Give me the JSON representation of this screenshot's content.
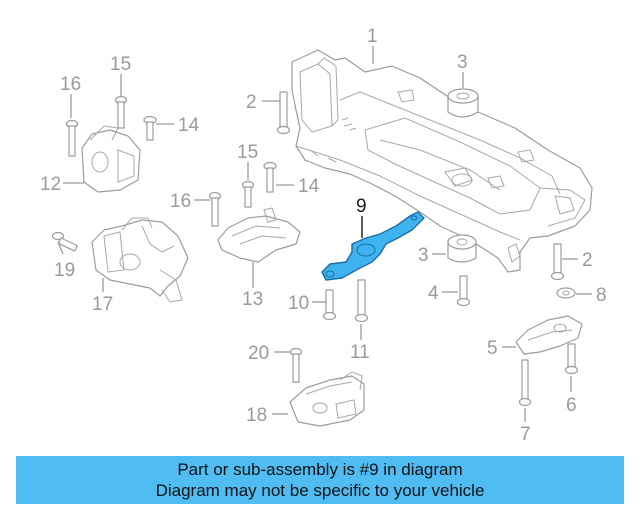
{
  "diagram": {
    "callouts": {
      "c1": "1",
      "c2a": "2",
      "c2b": "2",
      "c3a": "3",
      "c3b": "3",
      "c4": "4",
      "c5": "5",
      "c6": "6",
      "c7": "7",
      "c8": "8",
      "c9": "9",
      "c10": "10",
      "c11": "11",
      "c12": "12",
      "c13": "13",
      "c14a": "14",
      "c14b": "14",
      "c15a": "15",
      "c15b": "15",
      "c16a": "16",
      "c16b": "16",
      "c17": "17",
      "c18": "18",
      "c19": "19",
      "c20": "20"
    },
    "highlighted_part": "9",
    "colors": {
      "highlight": "#3fb3f0",
      "banner": "#4fbcf2",
      "linework": "#9c9c9c"
    }
  },
  "banner": {
    "line1": "Part or sub-assembly is #9 in diagram",
    "line2": "Diagram may not be specific to your vehicle"
  }
}
